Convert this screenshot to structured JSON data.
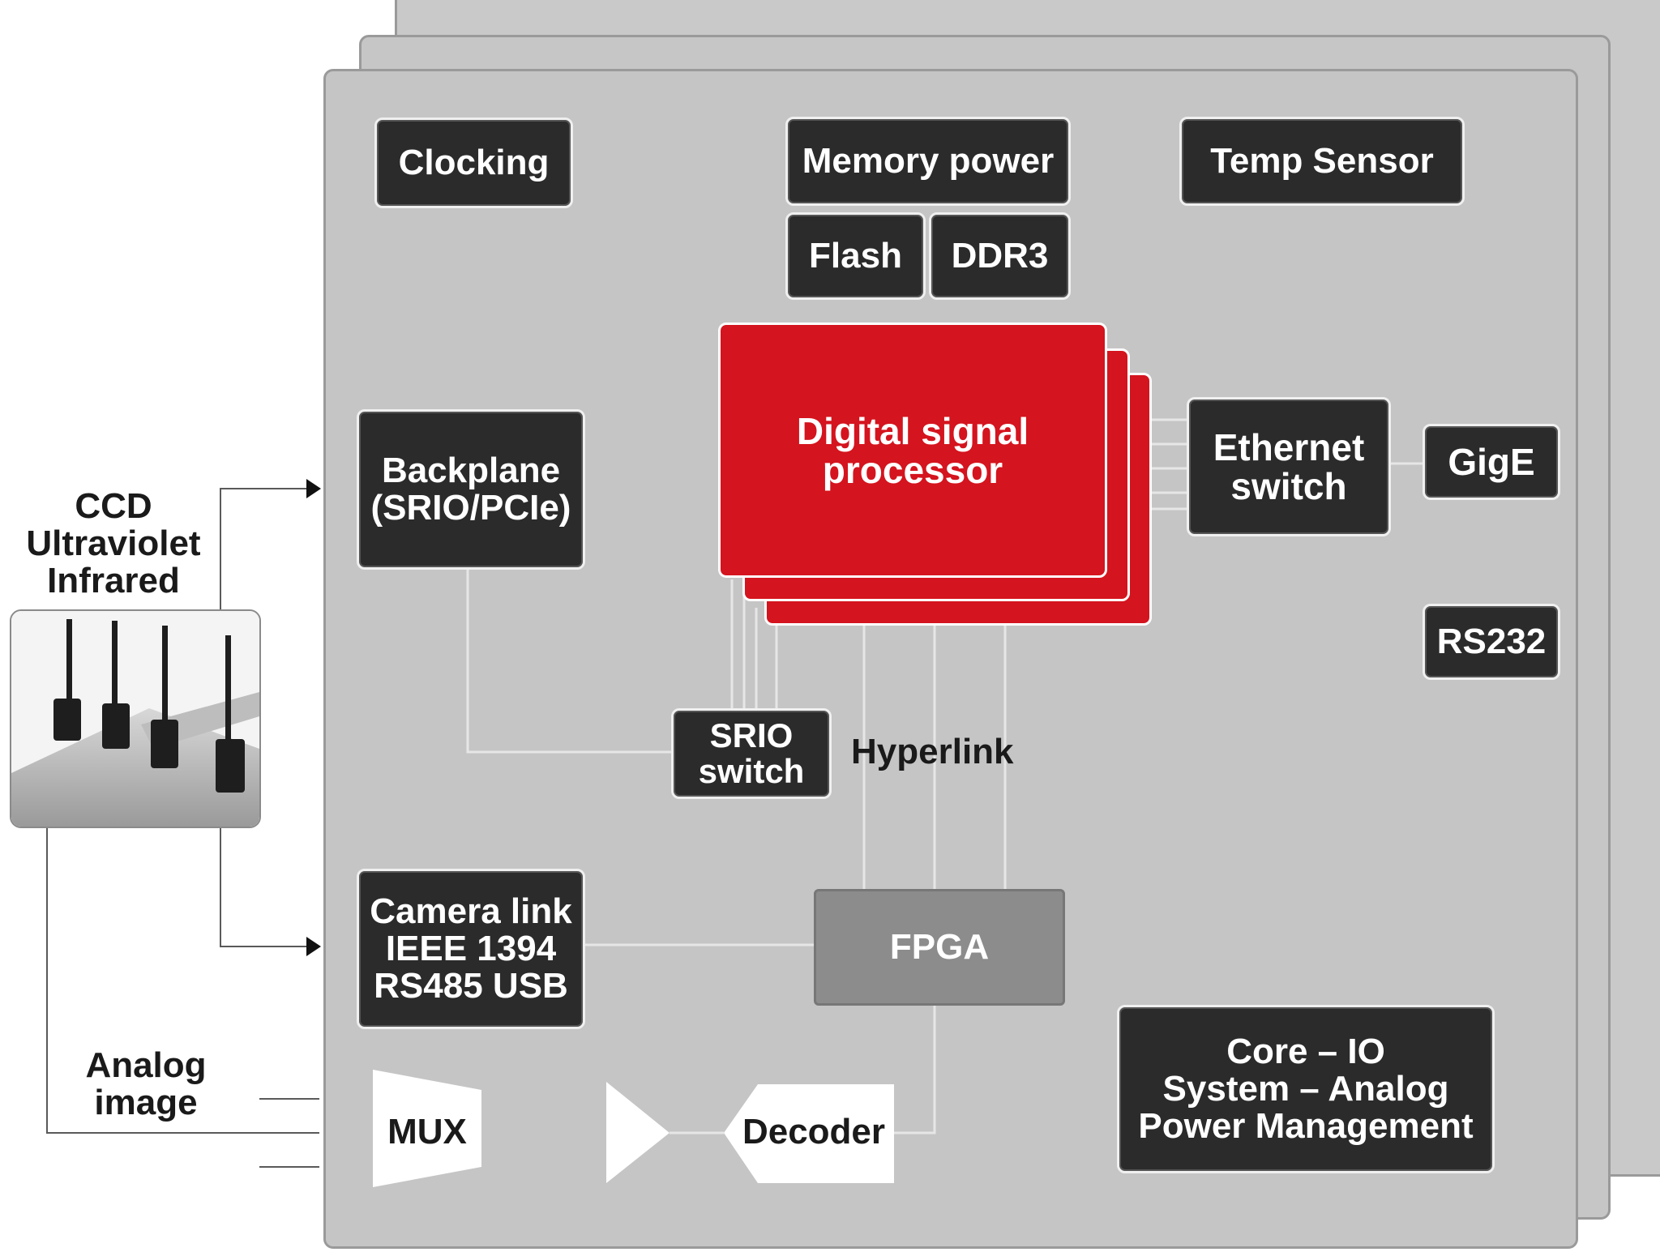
{
  "boxes": {
    "clocking": "Clocking",
    "memory_power": "Memory power",
    "temp_sensor": "Temp Sensor",
    "flash": "Flash",
    "ddr3": "DDR3",
    "backplane": "Backplane\n(SRIO/PCIe)",
    "ethernet_switch": "Ethernet\nswitch",
    "gige": "GigE",
    "rs232": "RS232",
    "srio_switch": "SRIO\nswitch",
    "camera_link": "Camera link\nIEEE 1394\nRS485 USB",
    "fpga": "FPGA",
    "core_io": "Core – IO\nSystem – Analog\nPower Management",
    "mux": "MUX",
    "decoder": "Decoder"
  },
  "labels": {
    "dsp": "Digital signal\nprocessor",
    "hyperlink": "Hyperlink",
    "camera_types": "CCD\nUltraviolet\nInfrared",
    "analog_image": "Analog\nimage"
  },
  "colors": {
    "dsp_red": "#d4141e",
    "box_dark": "#2b2b2b",
    "board_gray": "#c5c5c5",
    "fpga_gray": "#8c8c8c"
  }
}
